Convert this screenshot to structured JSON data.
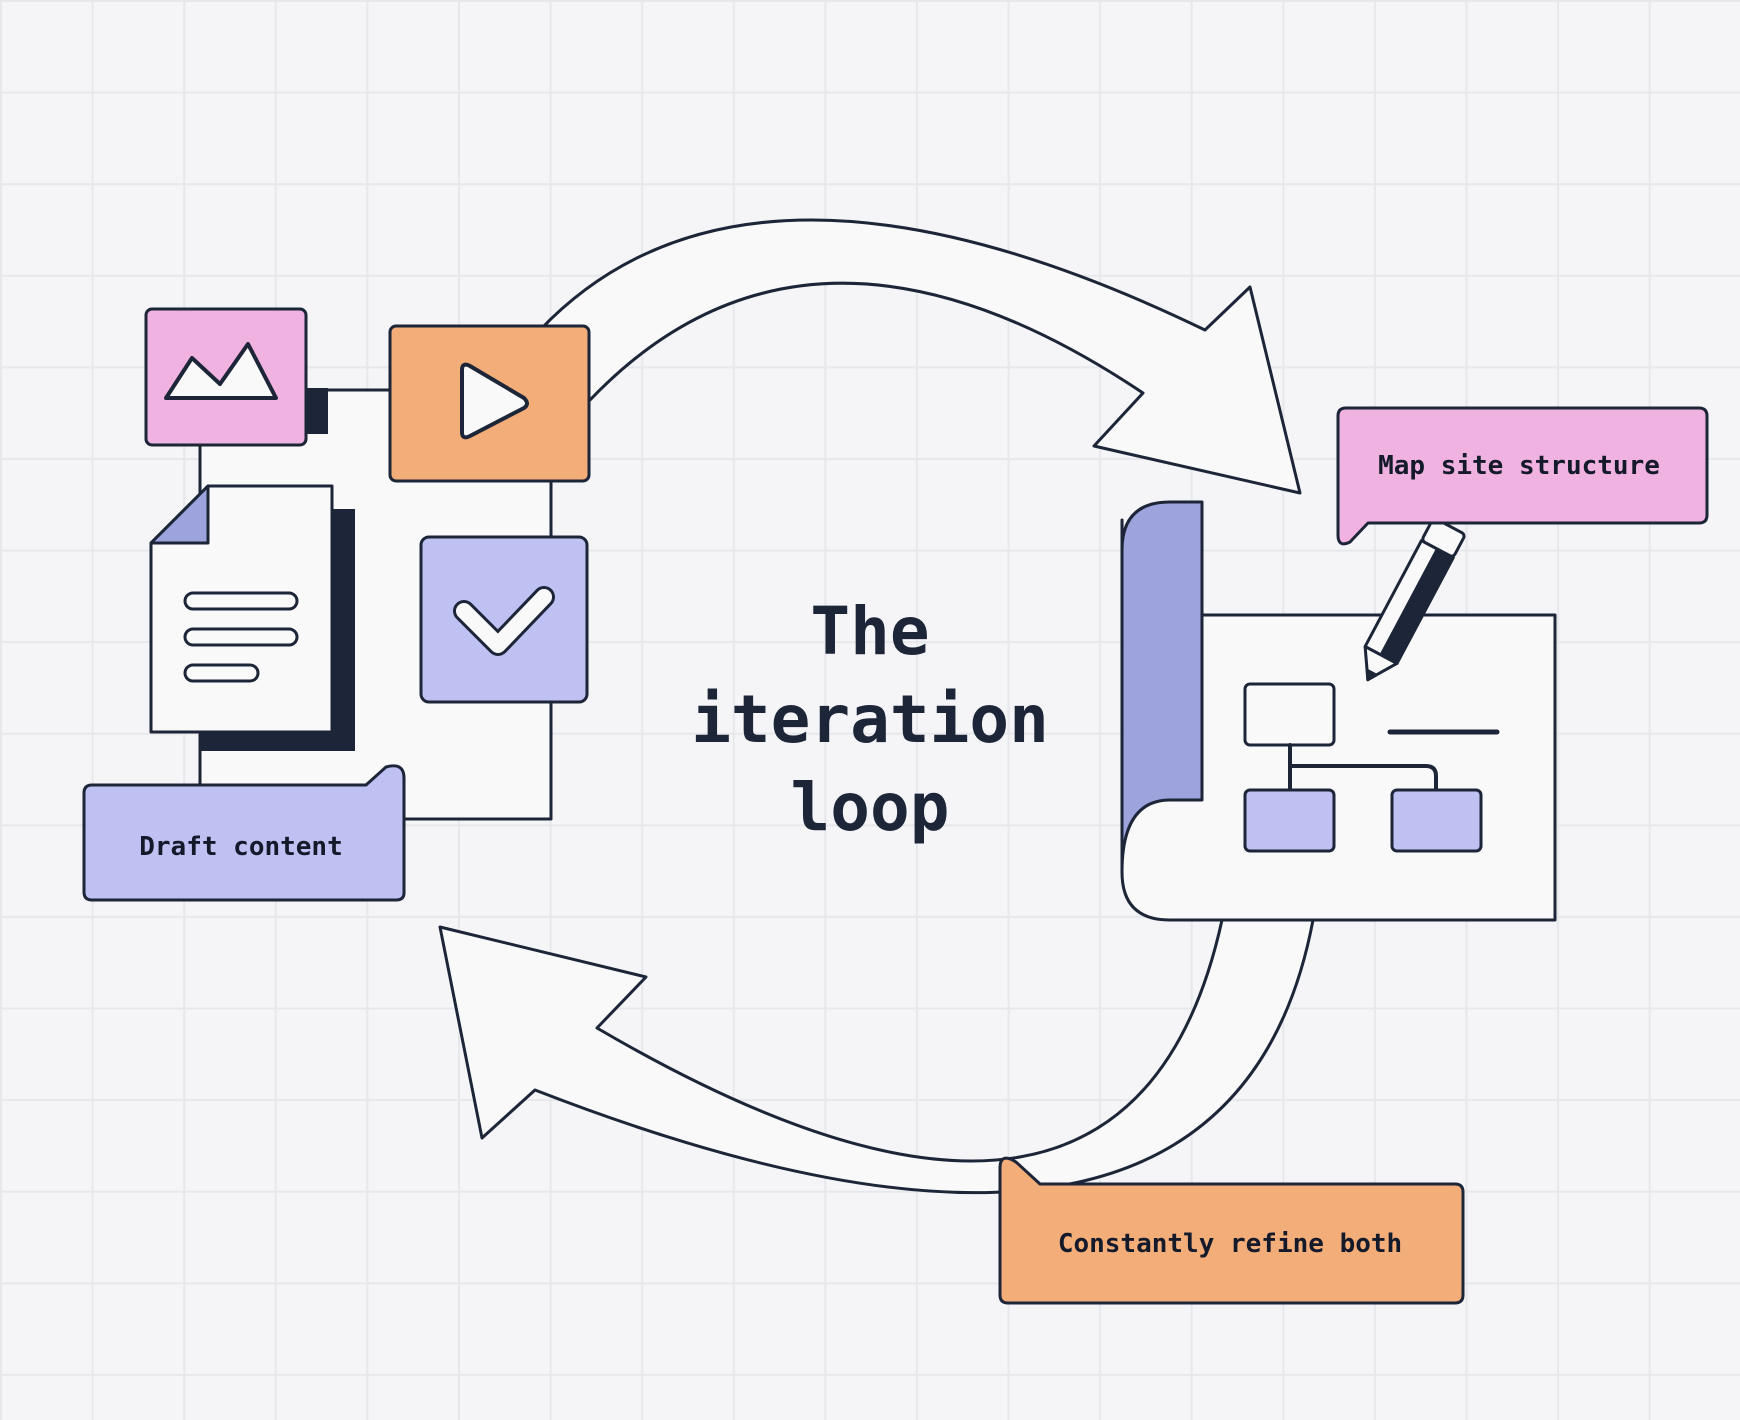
{
  "title": {
    "line1": "The",
    "line2": "iteration",
    "line3": "loop"
  },
  "labels": {
    "draft": "Draft content",
    "map": "Map site structure",
    "refine": "Constantly refine both"
  },
  "colors": {
    "ink": "#1d2538",
    "pink": "#f0b2e0",
    "orange": "#f2ad79",
    "lavender": "#bec1f2",
    "periwinkle": "#9ca3dd",
    "white": "#f9f9fa"
  },
  "icons": [
    "image-icon",
    "play-icon",
    "check-icon",
    "document-icon",
    "pencil-icon",
    "sitemap-icon"
  ]
}
